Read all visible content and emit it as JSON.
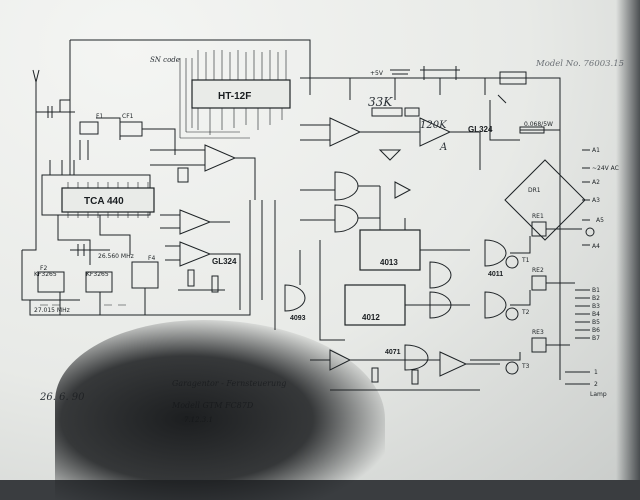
{
  "header": {
    "model_label": "Model No. 76003.15"
  },
  "ics": {
    "encoder": "HT-12F",
    "receiver": "TCA 440",
    "opamp_left": "GL324",
    "opamp_right": "GL324",
    "logic_1": "4013",
    "logic_2": "4093",
    "logic_3": "4012",
    "logic_4": "4011",
    "logic_5": "4071"
  },
  "annotations": {
    "pot_value": "33K",
    "pot_value_2": "120K",
    "arrow_label": "A",
    "sn_code": "SN code",
    "supply": "+5V"
  },
  "component_labels": {
    "filter_1": "F1",
    "filter_2": "F2",
    "filter_4": "F4",
    "cf1": "CF1",
    "crystal_1": "KF3265",
    "crystal_2": "KF3265",
    "freq_1": "27.015 MHz",
    "freq_2": "26.560 MHz",
    "resistor_right": "0.068/5W",
    "relay_1": "RE1",
    "relay_2": "RE2",
    "relay_3": "RE3",
    "transistor_1": "T1",
    "transistor_2": "T2",
    "transistor_3": "T3",
    "diode_bridge": "DR1"
  },
  "connectors": {
    "a1": "A1",
    "a2": "A2",
    "a3": "A3",
    "a4": "A4",
    "a5": "A5",
    "b1": "B1",
    "b2": "B2",
    "b3": "B3",
    "b4": "B4",
    "b5": "B5",
    "b6": "B6",
    "b7": "B7",
    "lamp_1": "1",
    "lamp_2": "2",
    "lamp_label": "Lamp",
    "ac_label": "~24V AC"
  },
  "footer": {
    "date": "26. 6. 90",
    "title_line1": "Garagentor - Fernsteuerung",
    "title_line2": "Modell GTM FC87D",
    "title_line3": "7.12.3.1"
  }
}
